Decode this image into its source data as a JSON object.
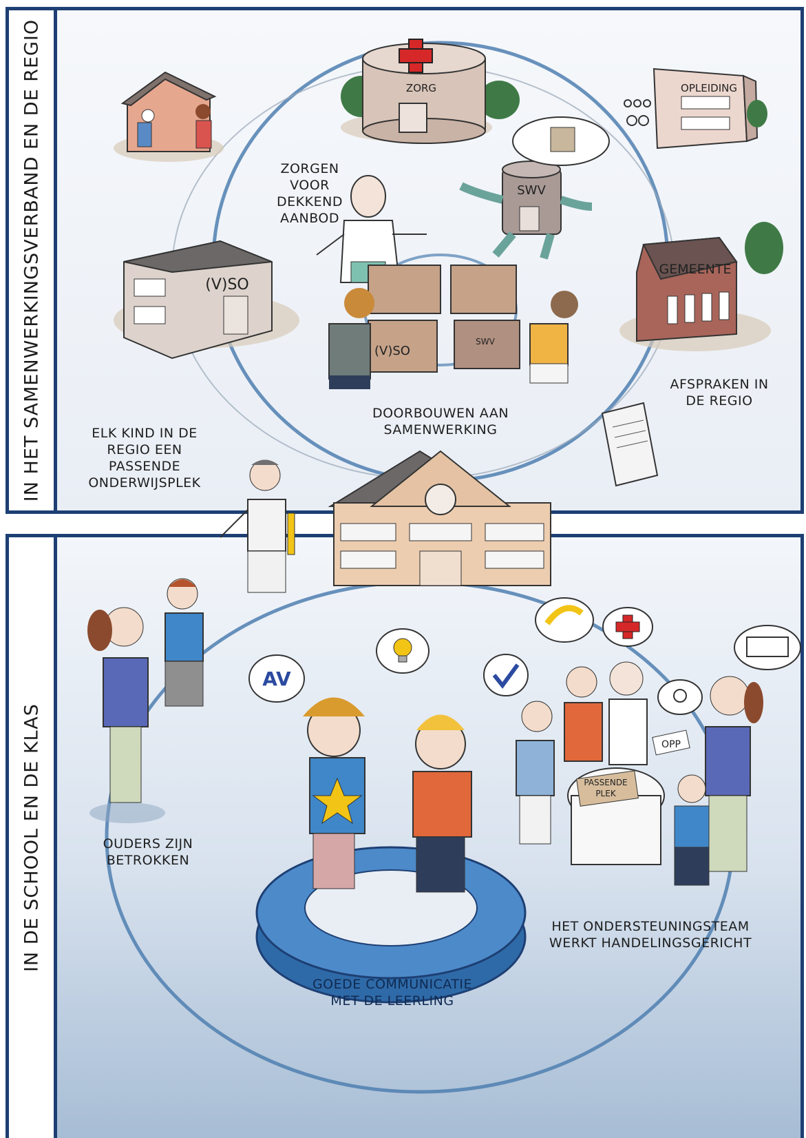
{
  "panels": {
    "top_label": "IN HET SAMENWERKINGSVERBAND EN DE REGIO",
    "bottom_label": "IN DE SCHOOL EN DE KLAS"
  },
  "captions": {
    "zorgen": "ZORGEN\nVOOR\nDEKKEND\nAANBOD",
    "doorbouwen": "DOORBOUWEN AAN\nSAMENWERKING",
    "afspraken": "AFSPRAKEN IN\nDE REGIO",
    "elk_kind": "ELK KIND IN DE\nREGIO EEN\nPASSENDE\nONDERWIJSPLEK",
    "ouders": "OUDERS ZIJN\nBETROKKEN",
    "ondersteuning": "HET ONDERSTEUNINGSTEAM\nWERKT HANDELINGSGERICHT",
    "communicatie": "GOEDE COMMUNICATIE\nMET DE LEERLING"
  },
  "building_signs": {
    "zorg": "ZORG",
    "opleiding": "OPLEIDING",
    "swv": "SWV",
    "vso": "(V)SO",
    "gemeente": "GEMEENTE",
    "puzzle_vso": "(V)SO",
    "puzzle_swv": "SWV",
    "passende_plek": "PASSENDE\nPLEK",
    "opp": "OPP"
  },
  "colors": {
    "frame": "#1d3f73",
    "circle": "#4f7fb0",
    "ring": "#2f6aa8",
    "brick": "#a9655a",
    "cross": "#d62828",
    "star": "#f2c416"
  },
  "icons": [
    "red-cross-icon",
    "lightbulb-icon",
    "checkmark-icon",
    "measuring-tape-icon",
    "puzzle-icon",
    "star-icon"
  ]
}
